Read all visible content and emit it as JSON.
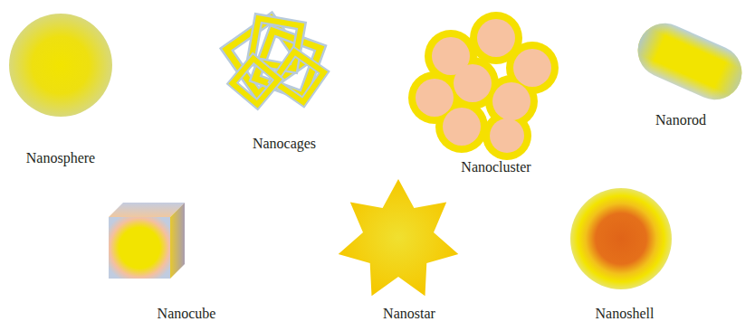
{
  "diagram": {
    "labels": [
      "Nanosphere",
      "Nanocages",
      "Nanocluster",
      "Nanorod",
      "Nanocube",
      "Nanostar",
      "Nanoshell"
    ]
  }
}
